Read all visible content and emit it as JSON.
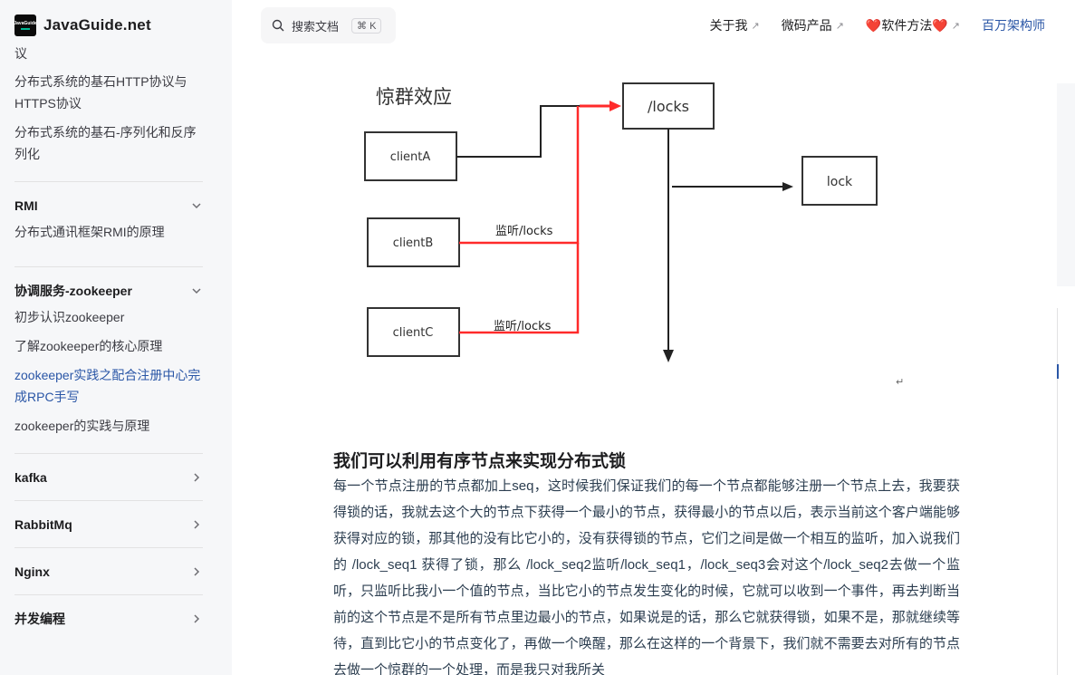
{
  "brand": {
    "logo_text": "JavaGuide",
    "name": "JavaGuide.net"
  },
  "sidebar": {
    "intro_items": [
      {
        "label": "议"
      },
      {
        "label": "分布式系统的基石HTTP协议与HTTPS协议"
      },
      {
        "label": "分布式系统的基石-序列化和反序列化"
      }
    ],
    "sections": [
      {
        "title": "RMI",
        "expanded": true,
        "items": [
          {
            "label": "分布式通讯框架RMI的原理"
          }
        ]
      },
      {
        "title": "协调服务-zookeeper",
        "expanded": true,
        "items": [
          {
            "label": "初步认识zookeeper"
          },
          {
            "label": "了解zookeeper的核心原理"
          },
          {
            "label": "zookeeper实践之配合注册中心完成RPC手写",
            "active": true
          },
          {
            "label": "zookeeper的实践与原理"
          }
        ]
      },
      {
        "title": "kafka",
        "expanded": false
      },
      {
        "title": "RabbitMq",
        "expanded": false
      },
      {
        "title": "Nginx",
        "expanded": false
      },
      {
        "title": "并发编程",
        "expanded": false
      }
    ]
  },
  "search": {
    "placeholder": "搜索文档",
    "shortcut": "⌘ K"
  },
  "nav": [
    {
      "label": "关于我",
      "external": true
    },
    {
      "label": "微码产品",
      "external": true
    },
    {
      "label": "❤️软件方法❤️",
      "external": true
    },
    {
      "label": "百万架构师",
      "external": false,
      "highlight": true
    }
  ],
  "diagram": {
    "title": "惊群效应",
    "nodes": {
      "clientA": "clientA",
      "clientB": "clientB",
      "clientC": "clientC",
      "locks": "/locks",
      "lock": "lock"
    },
    "edge_labels": {
      "b": "监听/locks",
      "c": "监听/locks"
    },
    "return_mark": "↵"
  },
  "article": {
    "heading": "我们可以利用有序节点来实现分布式锁",
    "body": " 每一个节点注册的节点都加上seq，这时候我们保证我们的每一个节点都能够注册一个节点上去，我要获得锁的话，我就去这个大的节点下获得一个最小的节点，获得最小的节点以后，表示当前这个客户端能够获得对应的锁，那其他的没有比它小的，没有获得锁的节点，它们之间是做一个相互的监听，加入说我们的 /lock_seq1 获得了锁，那么 /lock_seq2监听/lock_seq1，/lock_seq3会对这个/lock_seq2去做一个监听，只监听比我小一个值的节点，当比它小的节点发生变化的时候，它就可以收到一个事件，再去判断当前的这个节点是不是所有节点里边最小的节点，如果说是的话，那么它就获得锁，如果不是，那就继续等待，直到比它小的节点变化了，再做一个唤醒，那么在这样的一个背景下，我们就不需要去对所有的节点去做一个惊群的一个处理，而是我只对我所关"
  },
  "colors": {
    "accent": "#2a56a6",
    "listen_line": "#ff2a2a",
    "sidebar_bg": "#f6f7f9"
  }
}
